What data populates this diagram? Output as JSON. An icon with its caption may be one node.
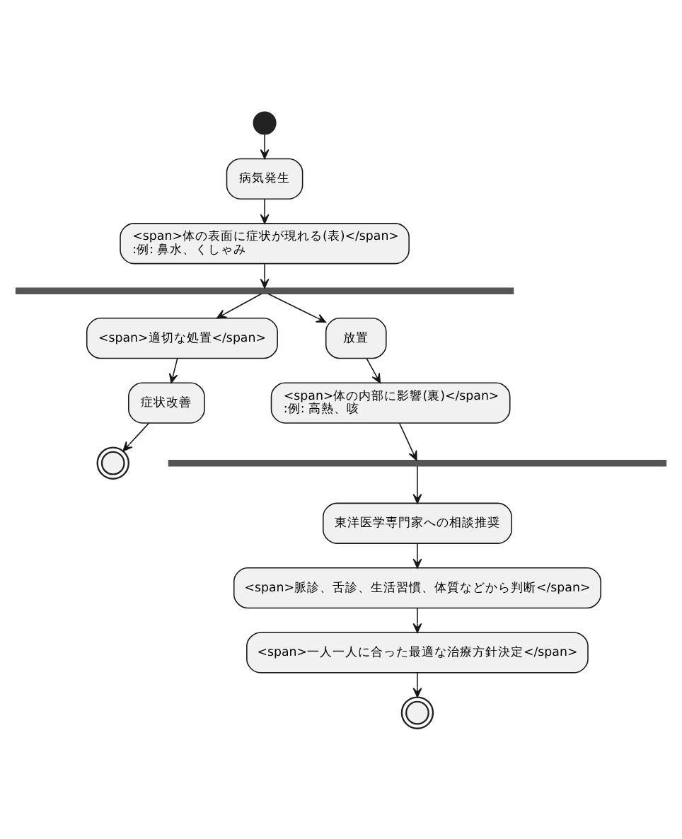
{
  "diagram": {
    "nodes": [
      {
        "text": [],
        "shape": "circle"
      },
      {
        "text": [
          "病気発生"
        ]
      },
      {
        "text": [
          "<span>体の表面に症状が現れる(表)</span>",
          ":例: 鼻水、くしゃみ"
        ]
      },
      {
        "text": [],
        "shape": "bar"
      },
      {
        "text": [
          "<span>適切な処置</span>"
        ]
      },
      {
        "text": [
          "症状改善"
        ]
      },
      {
        "text": [],
        "shape": "circle"
      },
      {
        "text": [
          "放置"
        ]
      },
      {
        "text": [
          "<span>体の内部に影響(裏)</span>",
          ":例: 高熱、咳"
        ]
      },
      {
        "text": [],
        "shape": "bar"
      },
      {
        "text": [
          "東洋医学専門家への相談推奨"
        ]
      },
      {
        "text": [
          "<span>脈診、舌診、生活習慣、体質などから判断</span>"
        ]
      },
      {
        "text": [
          "<span>一人一人に合った最適な治療方針決定</span>"
        ]
      },
      {
        "text": [],
        "shape": "circle"
      }
    ],
    "edges": [
      {
        "from": 0,
        "to": 1,
        "arrow": "to"
      },
      {
        "from": 1,
        "to": 2,
        "arrow": "to"
      },
      {
        "from": 2,
        "to": 3,
        "arrow": "to"
      },
      {
        "from": 3,
        "to": 4,
        "arrow": "to"
      },
      {
        "from": 4,
        "to": 5,
        "arrow": "to"
      },
      {
        "from": 5,
        "to": 6,
        "arrow": "to"
      },
      {
        "from": 3,
        "to": 7,
        "arrow": "to"
      },
      {
        "from": 7,
        "to": 8,
        "arrow": "to"
      },
      {
        "from": 8,
        "to": 9,
        "arrow": "to"
      },
      {
        "from": 9,
        "to": 10,
        "arrow": "to"
      },
      {
        "from": 10,
        "to": 11,
        "arrow": "to"
      },
      {
        "from": 11,
        "to": 12,
        "arrow": "to"
      },
      {
        "from": 12,
        "to": 13,
        "arrow": "to"
      }
    ]
  }
}
